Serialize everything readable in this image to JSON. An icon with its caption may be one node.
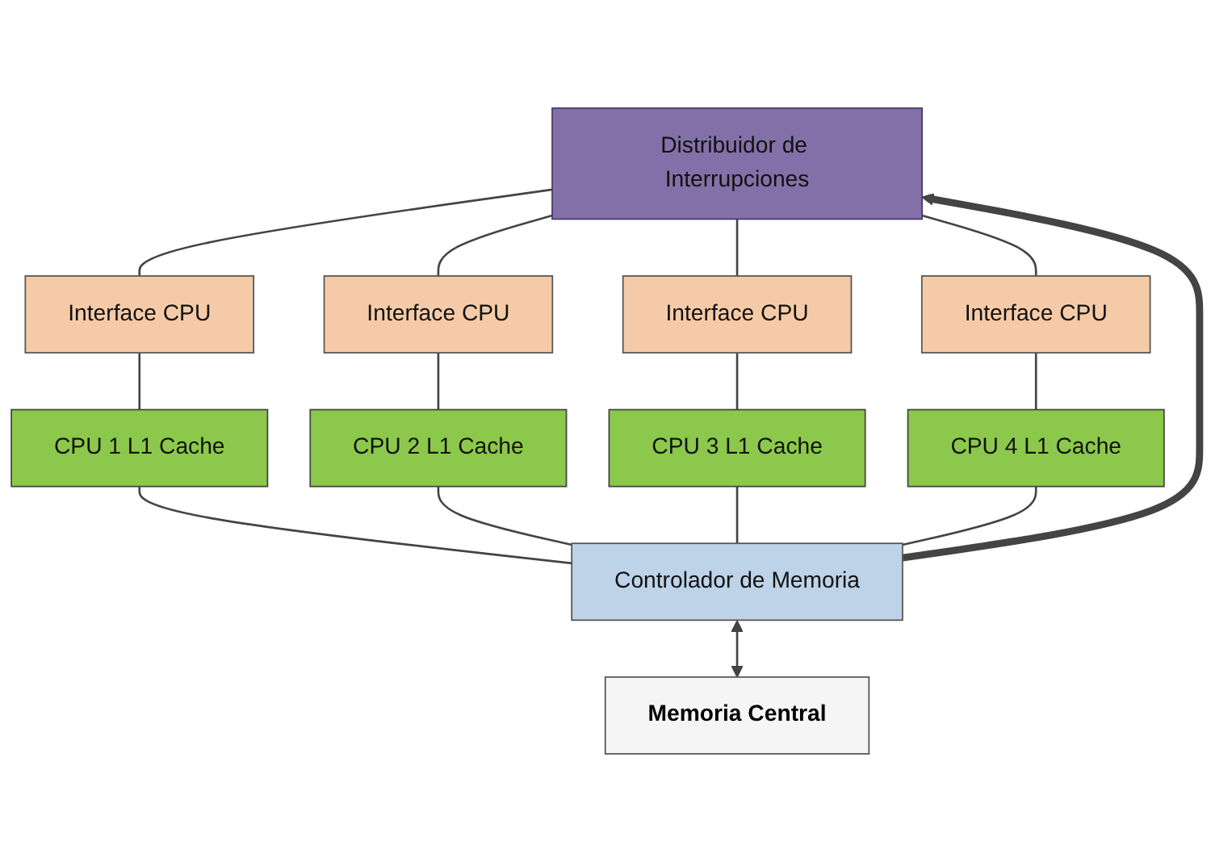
{
  "diagram": {
    "nodes": [
      {
        "text": [
          "Distribuidor de Interrupciones"
        ]
      },
      {
        "text": [
          "Interface CPU"
        ]
      },
      {
        "text": [
          "Interface CPU"
        ]
      },
      {
        "text": [
          "Interface CPU"
        ]
      },
      {
        "text": [
          "Interface CPU"
        ]
      },
      {
        "text": [
          "CPU 1 L1 Cache"
        ]
      },
      {
        "text": [
          "CPU 2 L1 Cache"
        ]
      },
      {
        "text": [
          "CPU 3 L1 Cache"
        ]
      },
      {
        "text": [
          "CPU 4 L1 Cache"
        ]
      },
      {
        "text": [
          "Controlador de Memoria"
        ]
      },
      {
        "text": [
          "Memoria Central"
        ]
      }
    ],
    "edges": [
      {
        "from": 0,
        "to": 1,
        "arrow": "none"
      },
      {
        "from": 0,
        "to": 2,
        "arrow": "none"
      },
      {
        "from": 0,
        "to": 3,
        "arrow": "none"
      },
      {
        "from": 0,
        "to": 4,
        "arrow": "none"
      },
      {
        "from": 1,
        "to": 5,
        "arrow": "none"
      },
      {
        "from": 2,
        "to": 6,
        "arrow": "none"
      },
      {
        "from": 3,
        "to": 7,
        "arrow": "none"
      },
      {
        "from": 4,
        "to": 8,
        "arrow": "none"
      },
      {
        "from": 5,
        "to": 9,
        "arrow": "none"
      },
      {
        "from": 6,
        "to": 9,
        "arrow": "none"
      },
      {
        "from": 7,
        "to": 9,
        "arrow": "none"
      },
      {
        "from": 8,
        "to": 9,
        "arrow": "none"
      },
      {
        "from": 9,
        "to": 0,
        "arrow": "to",
        "style": "thick"
      },
      {
        "from": 9,
        "to": 10,
        "arrow": "both"
      }
    ]
  }
}
